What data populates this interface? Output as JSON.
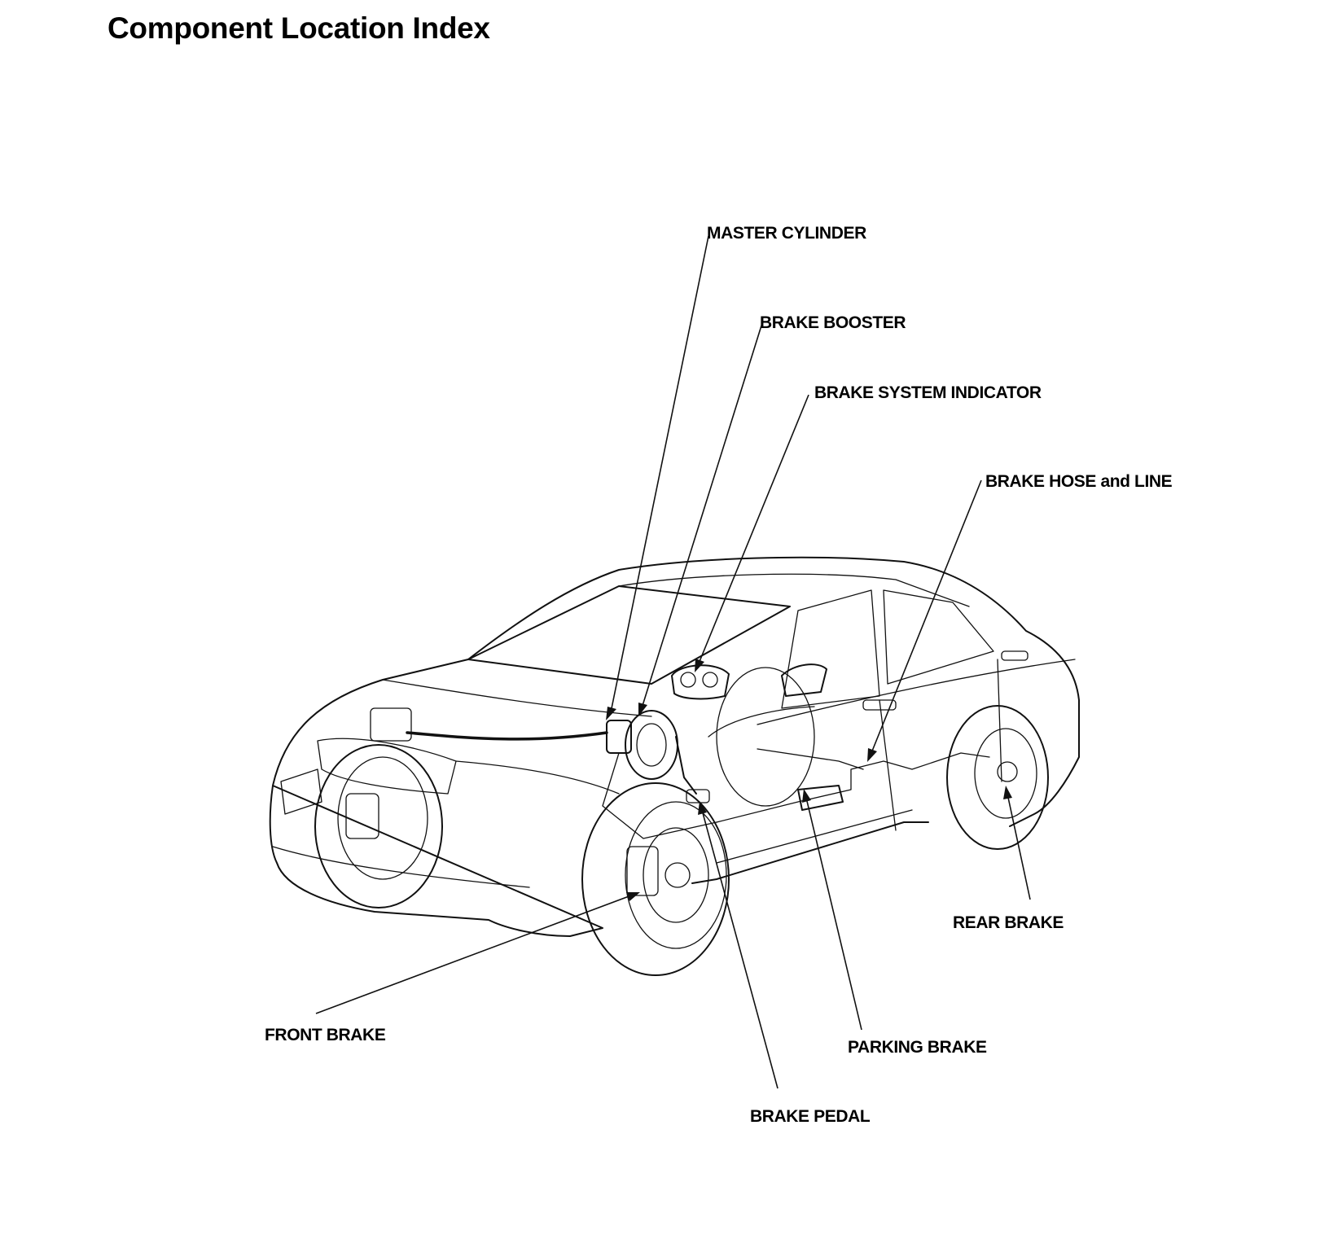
{
  "page": {
    "title": "Component Location Index"
  },
  "labels": {
    "master_cylinder": "MASTER CYLINDER",
    "brake_booster": "BRAKE BOOSTER",
    "brake_system_indicator": "BRAKE SYSTEM INDICATOR",
    "brake_hose_and_line": "BRAKE HOSE and LINE",
    "rear_brake": "REAR BRAKE",
    "front_brake": "FRONT BRAKE",
    "parking_brake": "PARKING BRAKE",
    "brake_pedal": "BRAKE PEDAL"
  },
  "icons": {
    "illustration": "sedan-brake-system-illustration"
  },
  "colors": {
    "ink": "#111111",
    "background": "#ffffff"
  }
}
